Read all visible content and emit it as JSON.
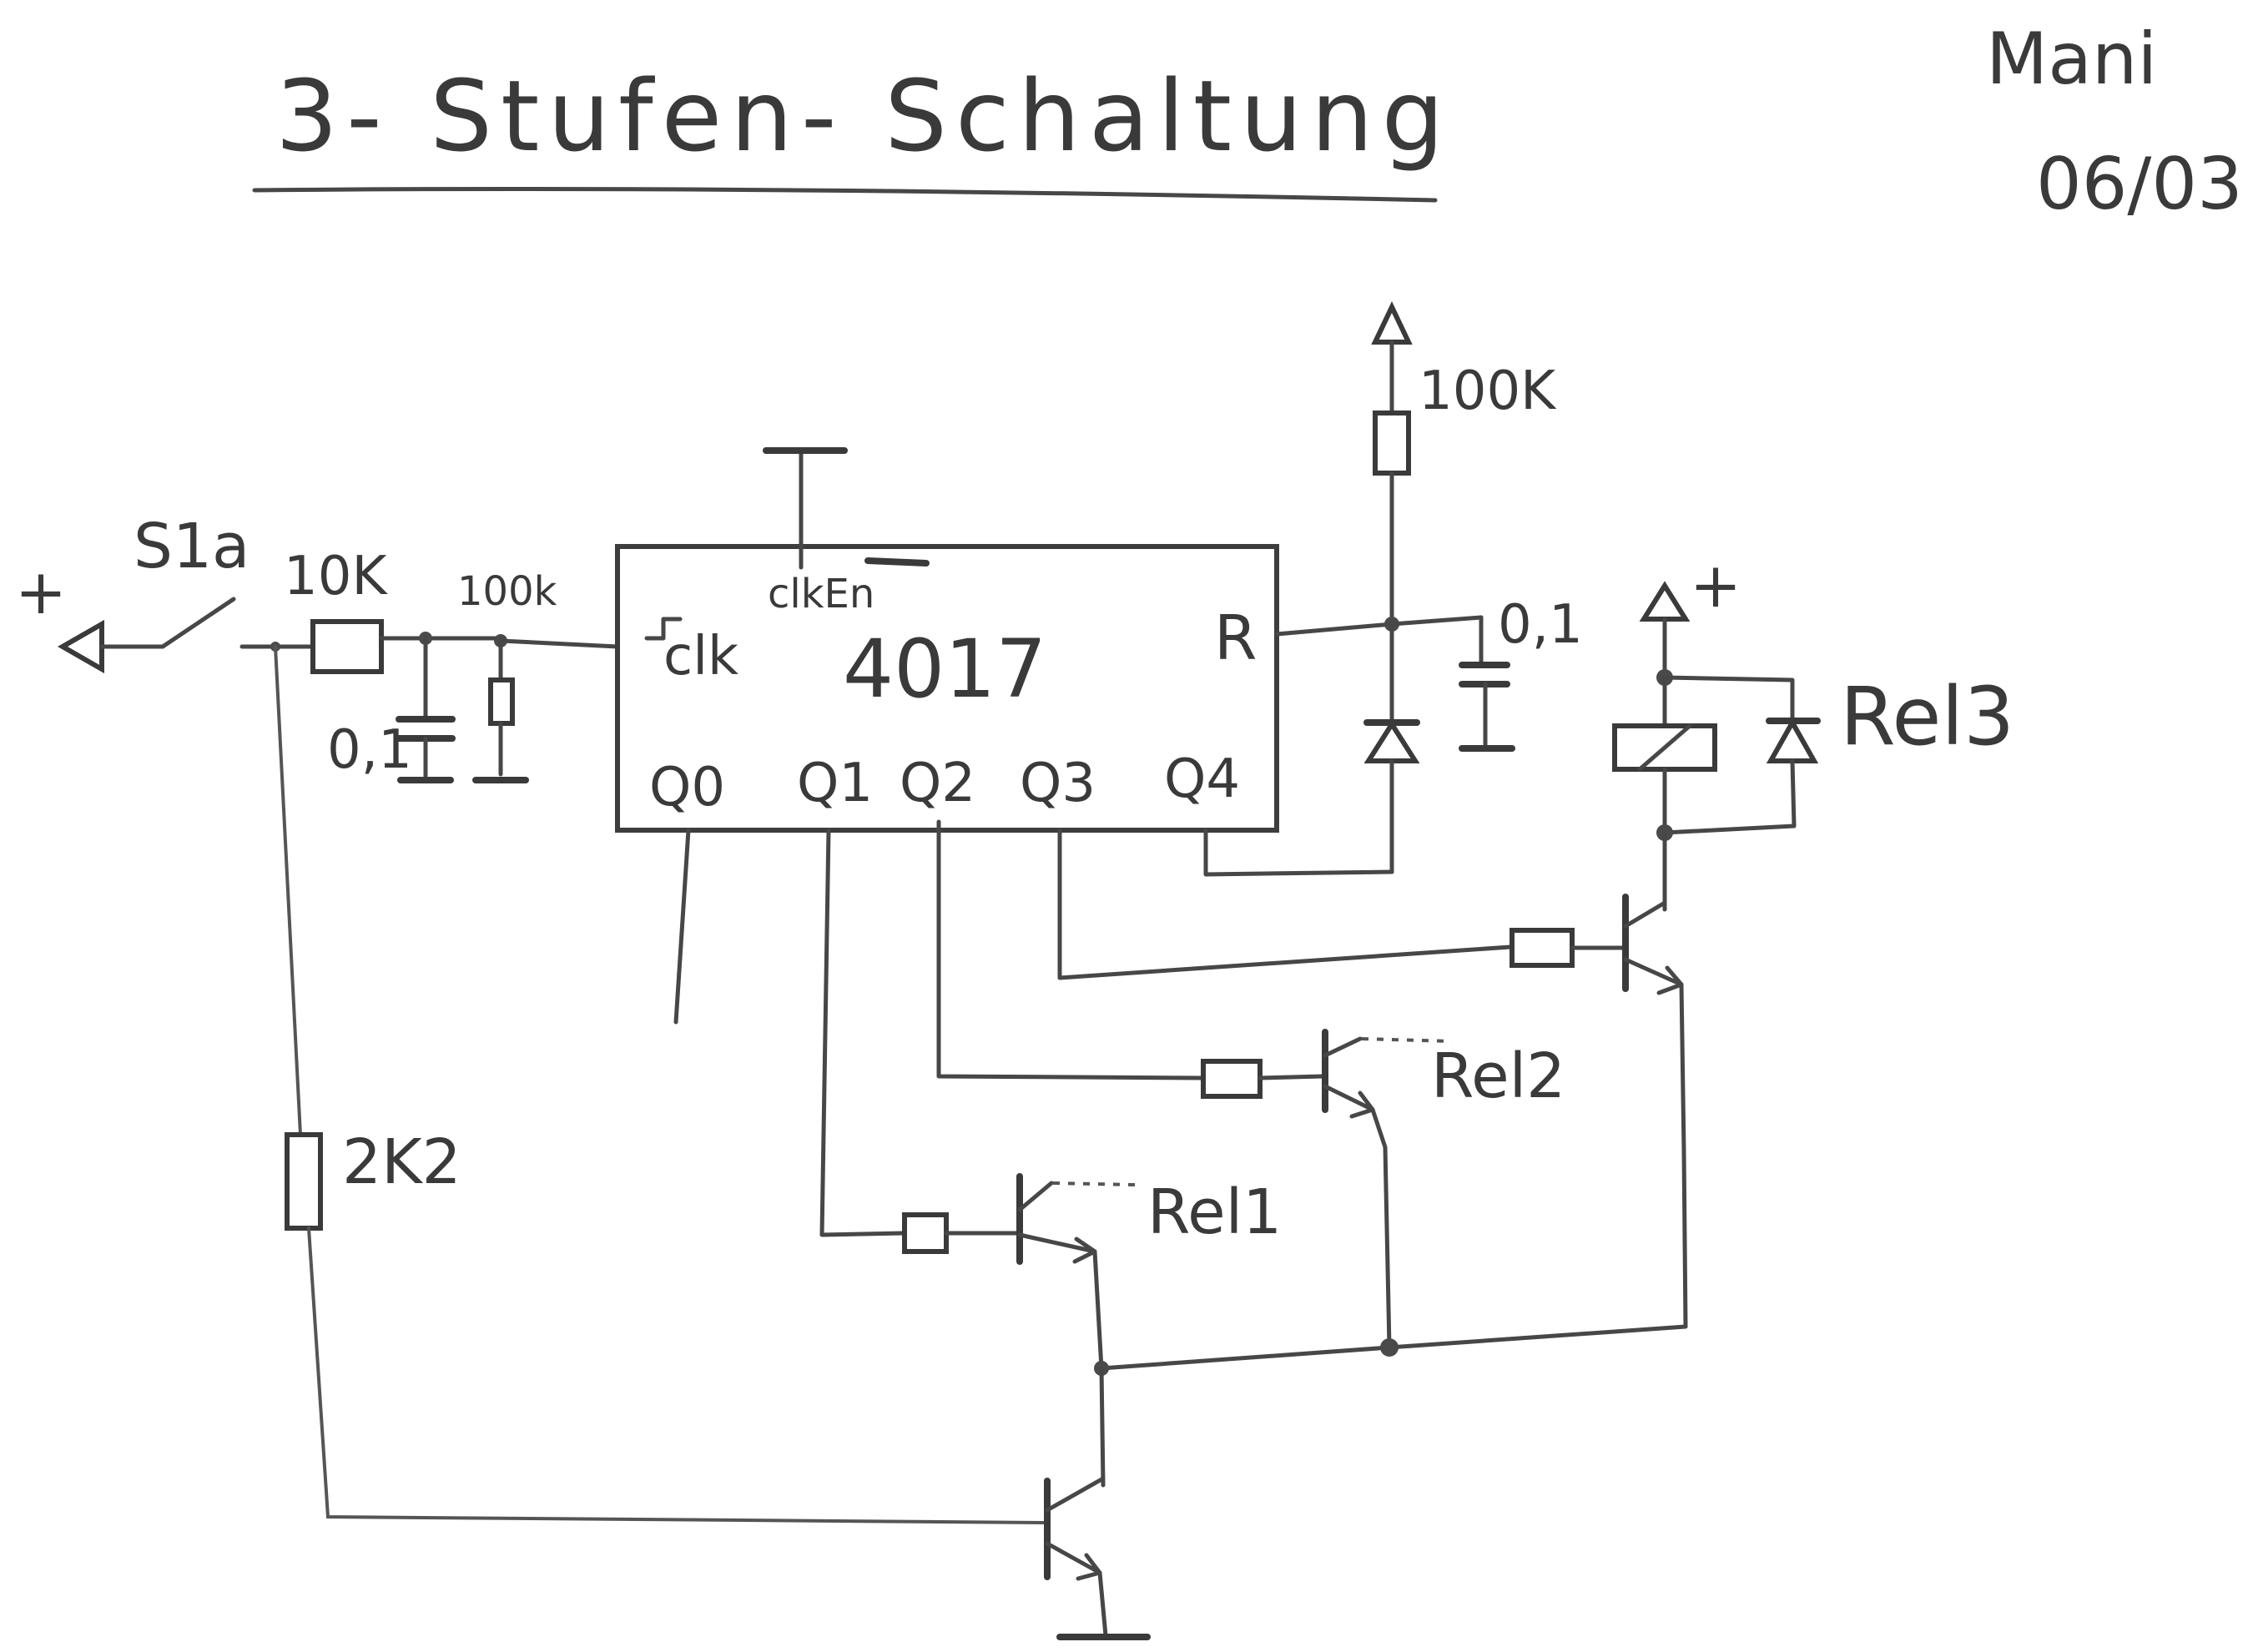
{
  "title": "3- Stufen- Schaltung",
  "author": "Mani",
  "date": "06/03",
  "labels": {
    "plus_left": "+",
    "switch": "S1a",
    "r_10k": "10K",
    "r_100k_input": "100k",
    "c_input": "0,1",
    "ic_name": "4017",
    "pin_clk_en": "clkEn",
    "pin_clk": "clk",
    "pin_r": "R",
    "pin_q0": "Q0",
    "pin_q1": "Q1",
    "pin_q2": "Q2",
    "pin_q3": "Q3",
    "pin_q4": "Q4",
    "r_100k_reset": "100K",
    "c_reset": "0,1",
    "plus_right": "+",
    "relay_3": "Rel3",
    "relay_2": "Rel2",
    "relay_1": "Rel1",
    "r_2k2": "2K2"
  }
}
